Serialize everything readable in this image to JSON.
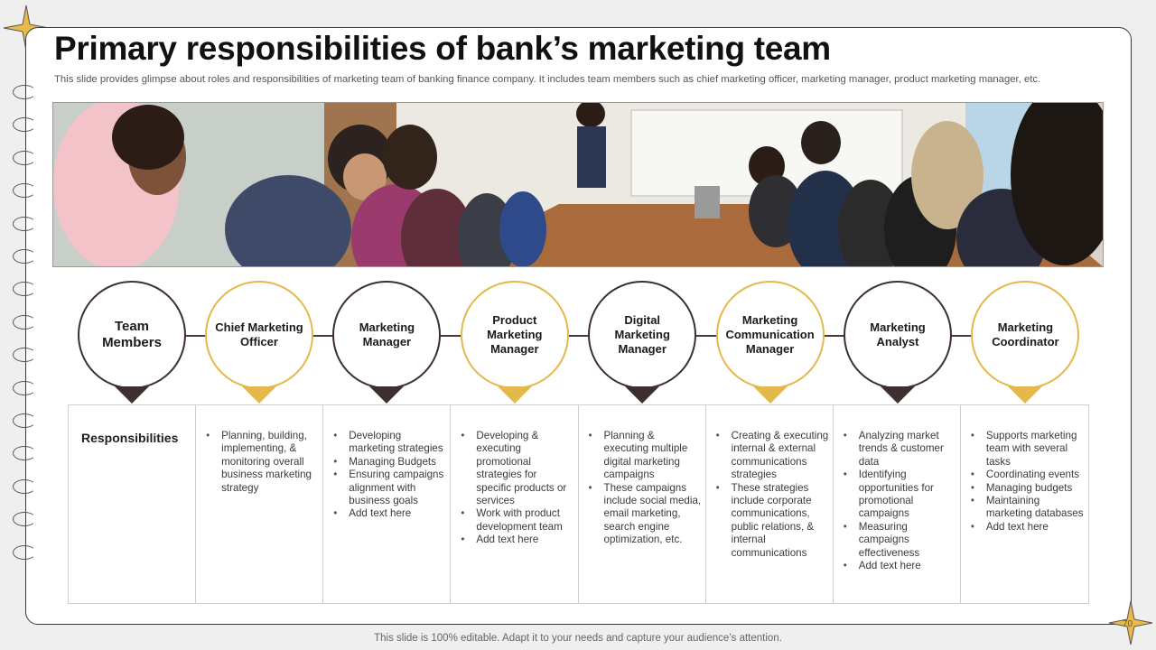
{
  "slide": {
    "title": "Primary responsibilities of bank’s marketing team",
    "subtitle": "This slide provides glimpse about roles and responsibilities of marketing team of banking finance company. It includes team members such as chief marketing officer, marketing manager, product marketing manager, etc.",
    "footer": "This slide is 100% editable. Adapt it to your needs and capture your audience’s attention.",
    "page_number": "70"
  },
  "team": {
    "header_label": "Team Members",
    "row_label": "Responsibilities",
    "members": [
      {
        "name": "Chief Marketing Officer",
        "style": "gold",
        "items": [
          "Planning, building, implementing, & monitoring overall business marketing strategy"
        ]
      },
      {
        "name": "Marketing Manager",
        "style": "dark",
        "items": [
          "Developing marketing strategies",
          "Managing Budgets",
          "Ensuring campaigns alignment with business goals",
          "Add text here"
        ]
      },
      {
        "name": "Product Marketing Manager",
        "style": "gold",
        "items": [
          "Developing & executing promotional strategies for specific products or services",
          "Work with product development team",
          "Add text here"
        ]
      },
      {
        "name": "Digital Marketing Manager",
        "style": "dark",
        "items": [
          "Planning & executing multiple digital marketing campaigns",
          "These campaigns include social media, email marketing, search engine optimization, etc."
        ]
      },
      {
        "name": "Marketing Communication Manager",
        "style": "gold",
        "items": [
          "Creating & executing internal & external communications strategies",
          "These strategies include corporate communications, public relations, & internal communications"
        ]
      },
      {
        "name": "Marketing Analyst",
        "style": "dark",
        "items": [
          "Analyzing market trends & customer data",
          "Identifying opportunities for promotional campaigns",
          "Measuring campaigns effectiveness",
          "Add text here"
        ]
      },
      {
        "name": "Marketing Coordinator",
        "style": "gold",
        "items": [
          "Supports marketing team with several tasks",
          "Coordinating events",
          "Managing budgets",
          "Maintaining marketing databases",
          "Add text here"
        ]
      }
    ]
  },
  "colors": {
    "accent_gold": "#e2b94a",
    "dark_ring": "#3d2f30"
  }
}
